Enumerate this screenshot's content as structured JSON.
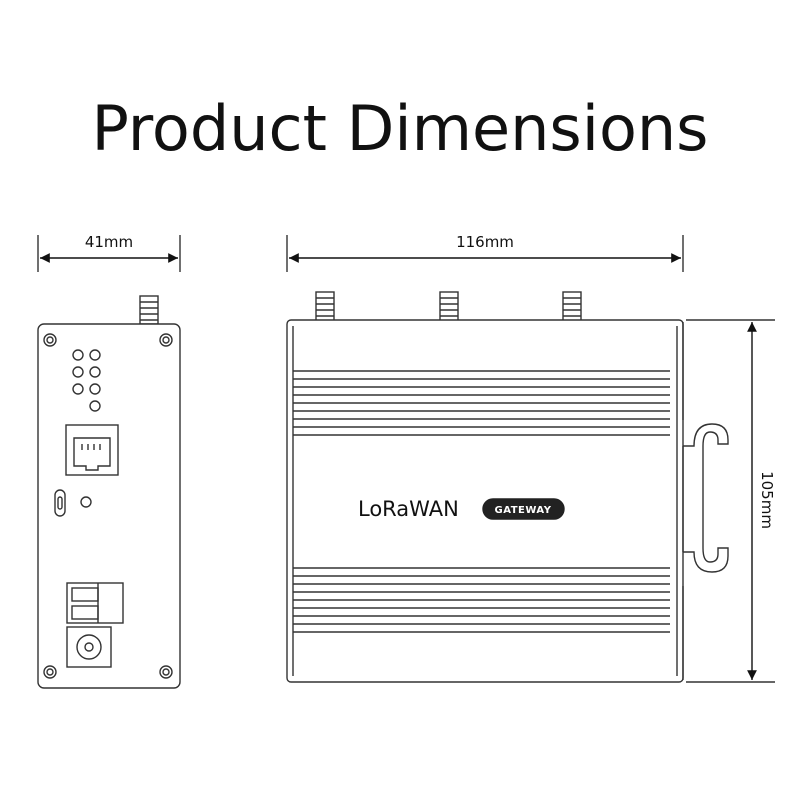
{
  "title": "Product Dimensions",
  "dimensions": {
    "depth": "41mm",
    "width": "116mm",
    "height": "105mm"
  },
  "device": {
    "brand": "LoRaWAN",
    "badge": "GATEWAY"
  },
  "colors": {
    "line": "#333333",
    "text": "#111111"
  }
}
